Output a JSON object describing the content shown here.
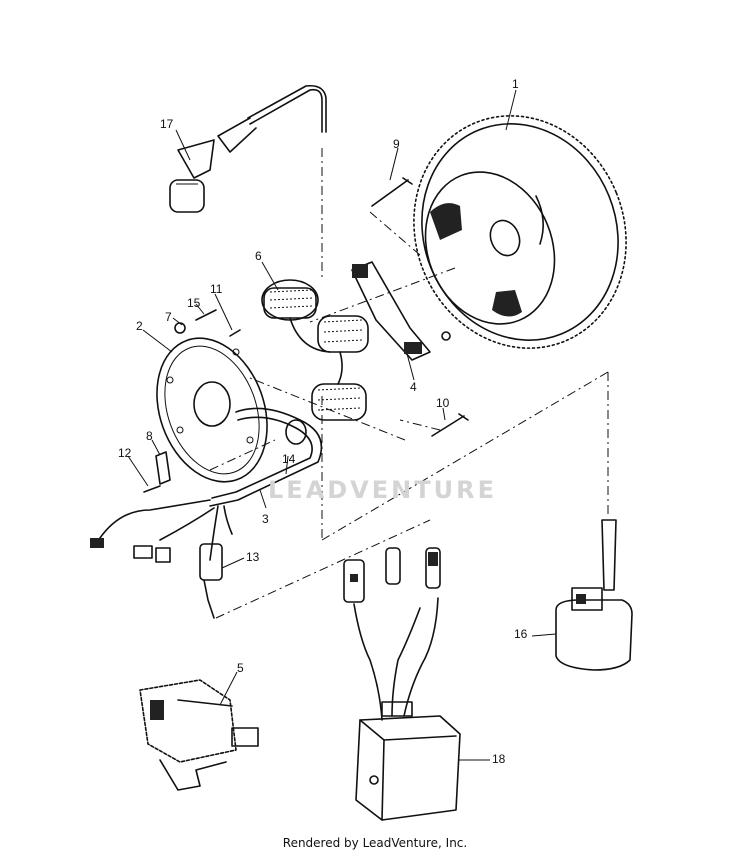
{
  "diagram": {
    "callouts": [
      "1",
      "2",
      "3",
      "4",
      "5",
      "6",
      "7",
      "8",
      "9",
      "10",
      "11",
      "12",
      "13",
      "14",
      "15",
      "16",
      "17",
      "18"
    ]
  },
  "watermark": "LEADVENTURE",
  "footer": "Rendered by LeadVenture, Inc."
}
